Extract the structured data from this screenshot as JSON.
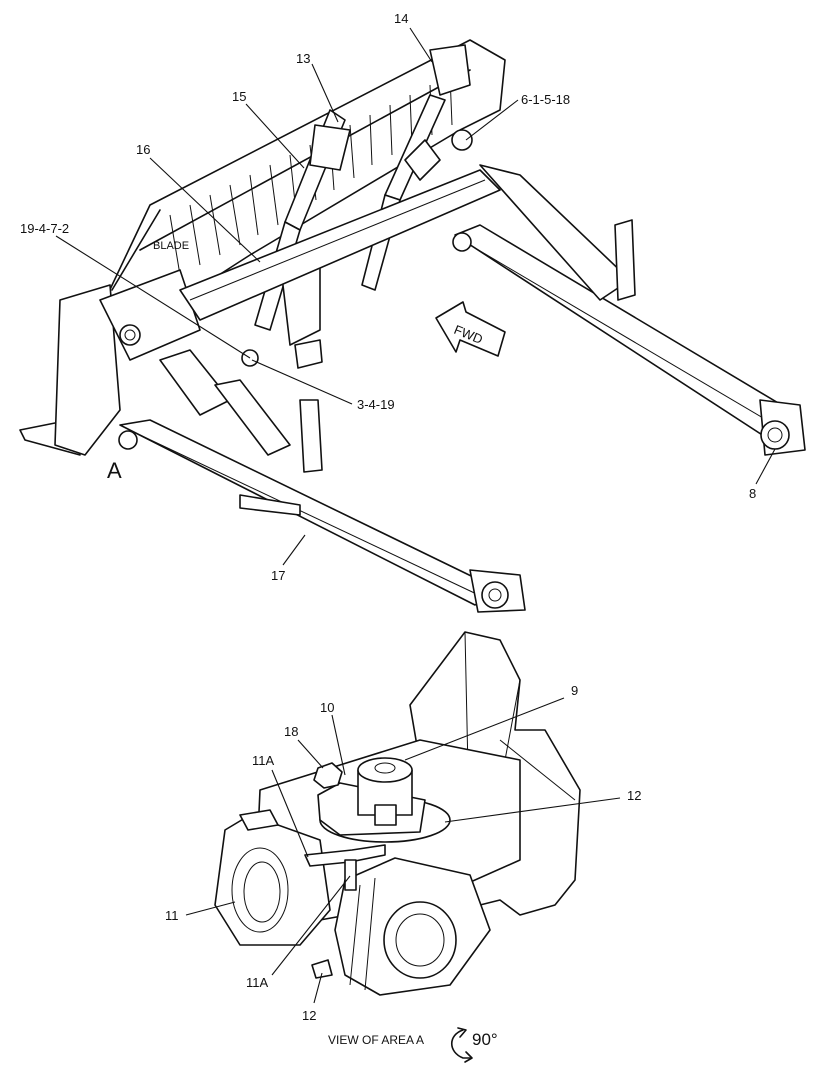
{
  "callouts": {
    "c14": "14",
    "c13": "13",
    "c15": "15",
    "c6_1_5_18": "6-1-5-18",
    "c16": "16",
    "c19_4_7_2": "19-4-7-2",
    "c3_4_19": "3-4-19",
    "c8": "8",
    "c17": "17",
    "c9": "9",
    "c10": "10",
    "c18": "18",
    "c11A_top": "11A",
    "c12_right": "12",
    "c11": "11",
    "c11A_bottom": "11A",
    "c12_bottom": "12"
  },
  "labels": {
    "blade": "BLADE",
    "fwd": "FWD",
    "area_marker": "A",
    "view_caption": "VIEW OF AREA A",
    "rotation": "90°"
  }
}
